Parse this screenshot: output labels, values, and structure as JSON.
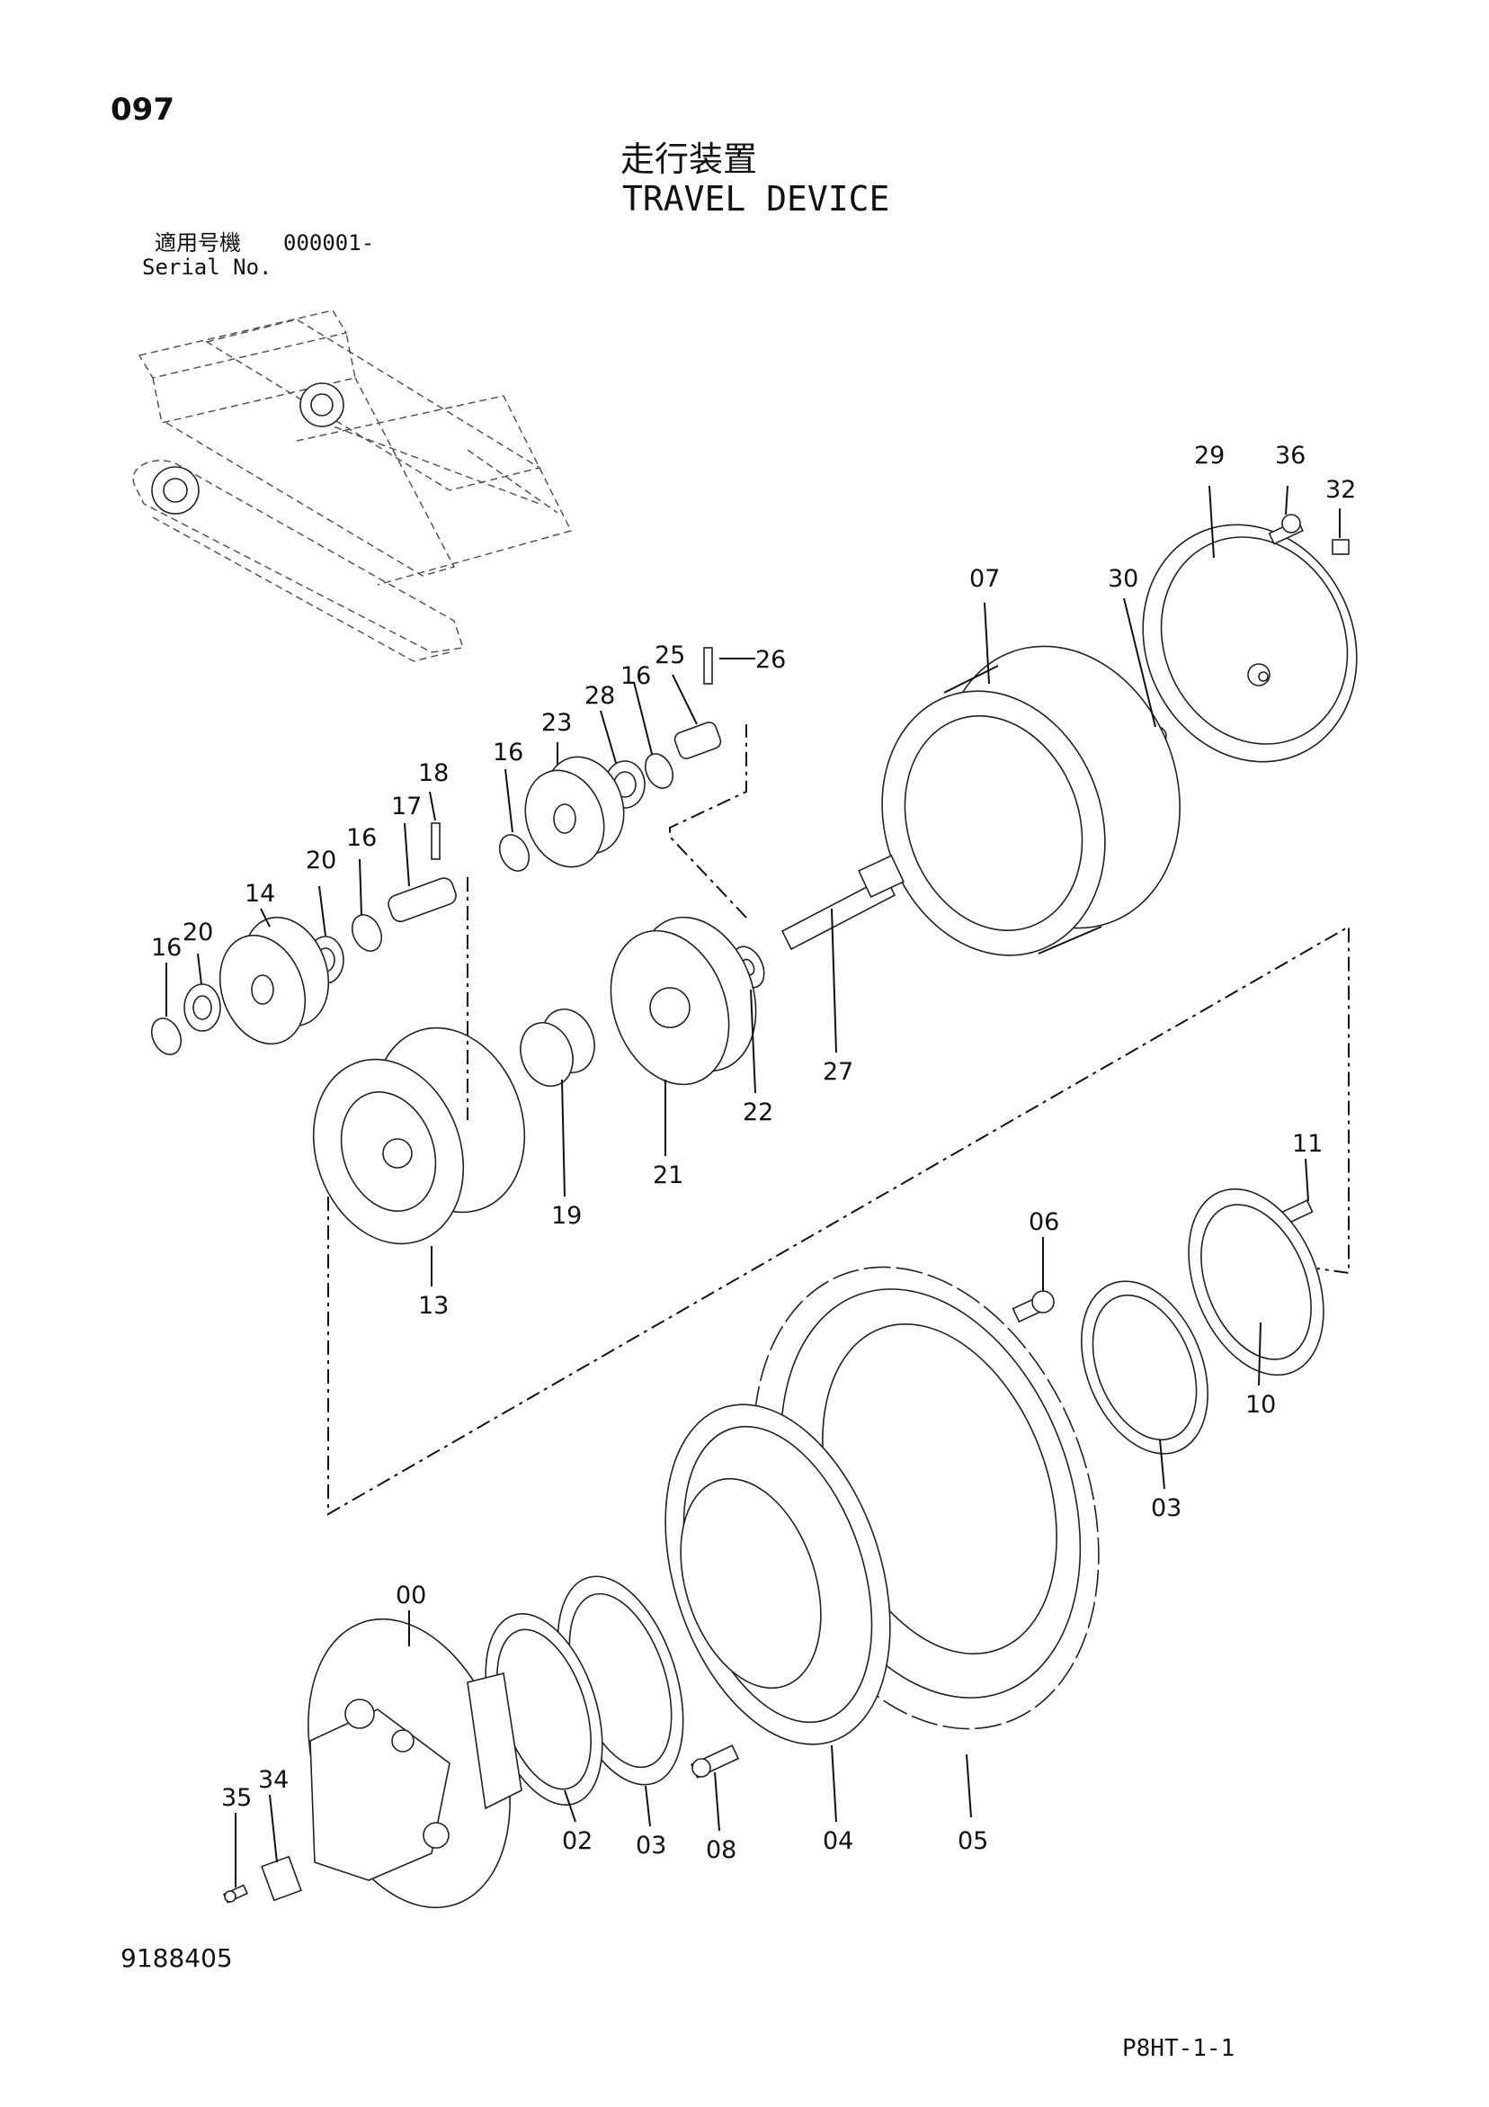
{
  "header": {
    "page_number": "097",
    "title_jp": "走行装置",
    "title_en": "TRAVEL DEVICE",
    "serial_label_jp": "適用号機",
    "serial_value": "000001-",
    "serial_label_en": "Serial No."
  },
  "footer": {
    "drawing_number": "9188405",
    "page_code": "P8HT-1-1"
  },
  "callouts": {
    "c29": "29",
    "c36": "36",
    "c32": "32",
    "c07": "07",
    "c30": "30",
    "c25": "25",
    "c26": "26",
    "c28": "28",
    "c16a": "16",
    "c23": "23",
    "c16b": "16",
    "c18": "18",
    "c17": "17",
    "c16c": "16",
    "c20a": "20",
    "c14": "14",
    "c16d": "16",
    "c20b": "20",
    "c22": "22",
    "c27": "27",
    "c21": "21",
    "c19": "19",
    "c13": "13",
    "c11": "11",
    "c06": "06",
    "c10": "10",
    "c03a": "03",
    "c00": "00",
    "c35": "35",
    "c34": "34",
    "c02": "02",
    "c03b": "03",
    "c08": "08",
    "c04": "04",
    "c05": "05"
  }
}
